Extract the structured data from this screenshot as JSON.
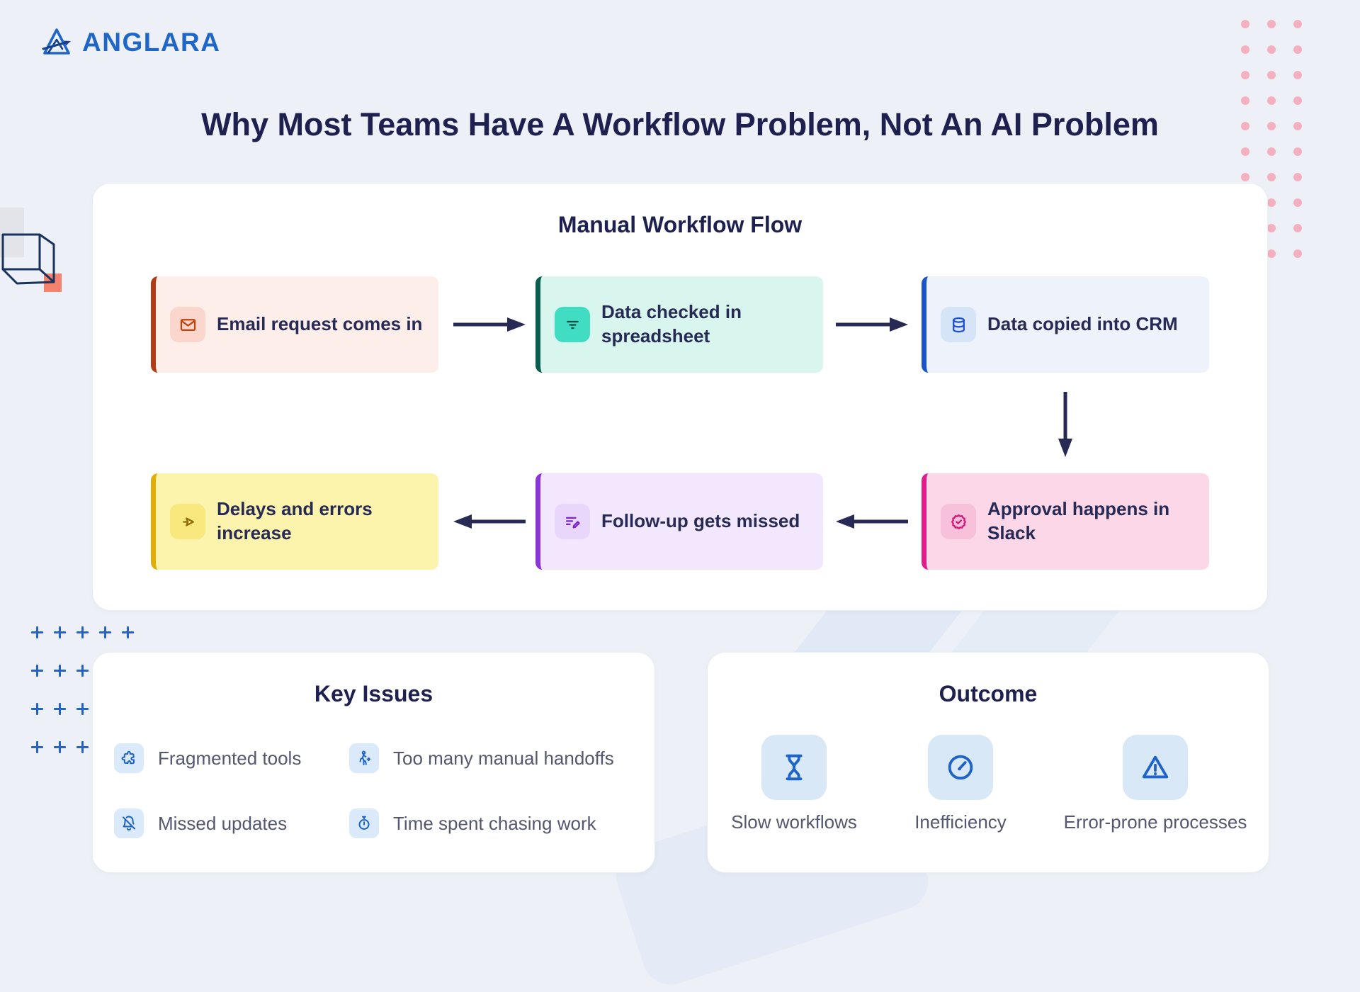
{
  "brand": {
    "name": "ANGLARA"
  },
  "page_title": "Why Most Teams Have A Workflow Problem, Not An AI Problem",
  "flow": {
    "title": "Manual Workflow Flow",
    "steps": [
      {
        "label": "Email request comes in",
        "icon": "mail-icon",
        "bg": "#fdeeea",
        "accent": "#b23c17",
        "icon_bg": "#fad6cc",
        "icon_color": "#c2410c"
      },
      {
        "label": "Data checked in spreadsheet",
        "icon": "filter-icon",
        "bg": "#d9f6ee",
        "accent": "#0b5d4e",
        "icon_bg": "#41ddc3",
        "icon_color": "#0f4c45"
      },
      {
        "label": "Data copied into CRM",
        "icon": "database-icon",
        "bg": "#eef2fb",
        "accent": "#1b55c5",
        "icon_bg": "#d6e4f8",
        "icon_color": "#1d4ed8"
      },
      {
        "label": "Approval happens in Slack",
        "icon": "badge-check-icon",
        "bg": "#fbd7e8",
        "accent": "#e11d8c",
        "icon_bg": "#f8c1db",
        "icon_color": "#d61472"
      },
      {
        "label": "Follow-up gets missed",
        "icon": "edit-list-icon",
        "bg": "#f2e7fd",
        "accent": "#8a35da",
        "icon_bg": "#e8d7fb",
        "icon_color": "#7e22ce"
      },
      {
        "label": "Delays and errors increase",
        "icon": "send-icon",
        "bg": "#fcf3ad",
        "accent": "#e2ad09",
        "icon_bg": "#f8e87d",
        "icon_color": "#8f6b00"
      }
    ]
  },
  "key_issues": {
    "title": "Key Issues",
    "items": [
      {
        "label": "Fragmented tools",
        "icon": "puzzle-icon"
      },
      {
        "label": "Too many manual handoffs",
        "icon": "walking-person-icon"
      },
      {
        "label": "Missed updates",
        "icon": "bell-off-icon"
      },
      {
        "label": "Time spent chasing work",
        "icon": "stopwatch-icon"
      }
    ]
  },
  "outcome": {
    "title": "Outcome",
    "items": [
      {
        "label": "Slow workflows",
        "icon": "hourglass-icon"
      },
      {
        "label": "Inefficiency",
        "icon": "gauge-icon"
      },
      {
        "label": "Error-prone processes",
        "icon": "warning-triangle-icon"
      }
    ]
  },
  "colors": {
    "brand_blue": "#1e66c8",
    "text_navy": "#1e2150",
    "text_gray": "#53576f",
    "arrow_navy": "#262a55",
    "icon_tile_blue_bg": "#d9e8f7",
    "icon_blue": "#1d63c9",
    "plus_blue": "#2563c8",
    "dot_pink": "#f5b0bf",
    "salmon": "#f5826c"
  }
}
